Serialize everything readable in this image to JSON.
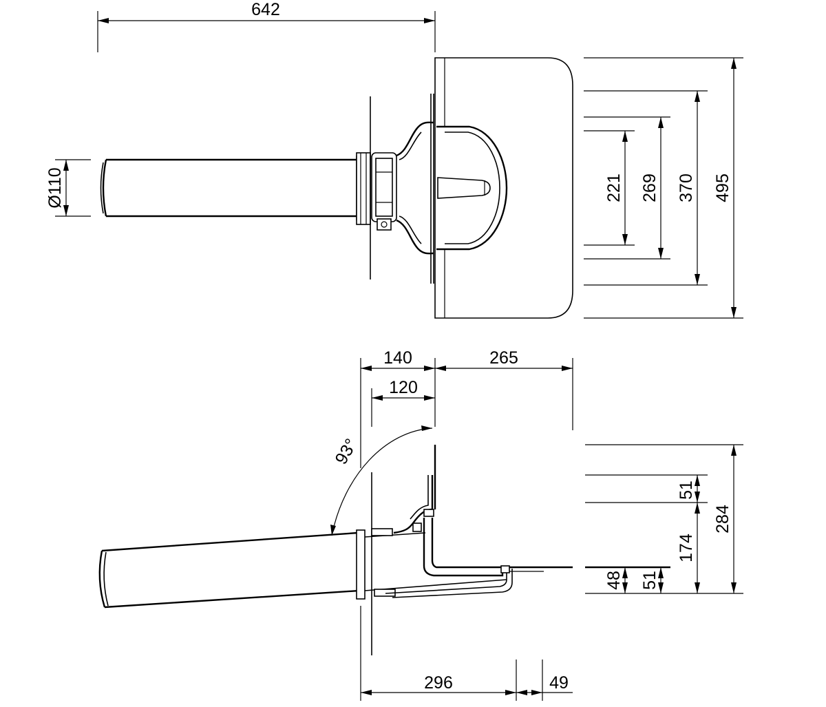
{
  "dimensions": {
    "top_view": {
      "overall_length": "642",
      "pipe_diameter": "Ø110",
      "dim_221": "221",
      "dim_269": "269",
      "dim_370": "370",
      "dim_495": "495"
    },
    "side_view": {
      "dim_140": "140",
      "dim_120": "120",
      "dim_265": "265",
      "angle": "93°",
      "dim_51_upper": "51",
      "dim_174": "174",
      "dim_284": "284",
      "dim_48": "48",
      "dim_51_lower": "51",
      "dim_296": "296",
      "dim_49": "49"
    }
  }
}
